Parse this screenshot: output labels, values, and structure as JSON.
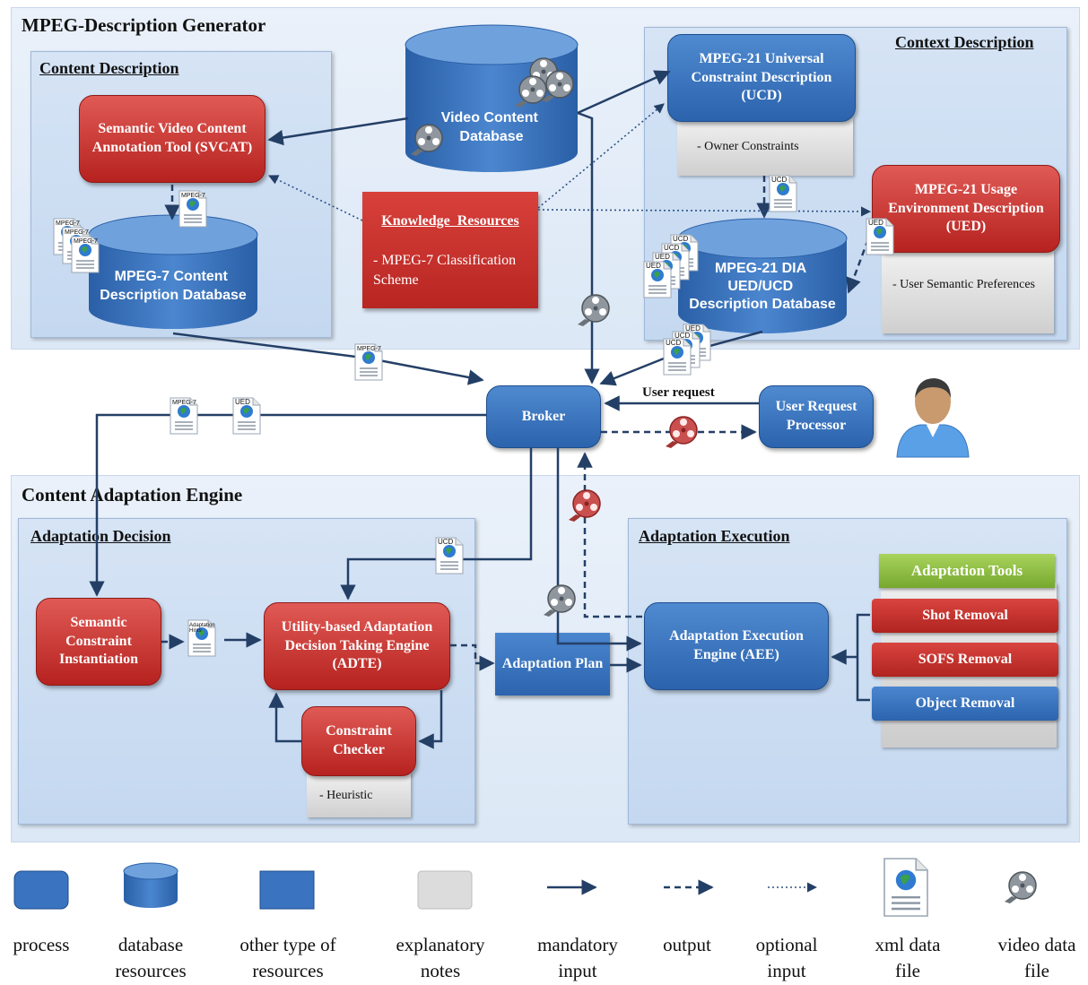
{
  "top_panel": {
    "title": "MPEG-Description Generator"
  },
  "content_description": {
    "title": "Content Description",
    "svcat": "Semantic Video Content Annotation Tool (SVCAT)",
    "mpeg7_db": "MPEG-7 Content Description Database"
  },
  "video_db": "Video Content Database",
  "knowledge": {
    "title": "Knowledge  Resources",
    "body": "- MPEG-7 Classification Scheme"
  },
  "context_description": {
    "title": "Context Description",
    "ucd": "MPEG-21 Universal Constraint Description (UCD)",
    "ucd_note": "- Owner Constraints",
    "ued": "MPEG-21 Usage Environment Description  (UED)",
    "ued_note": "- User Semantic Preferences",
    "dia_db": "MPEG-21 DIA UED/UCD Description Database"
  },
  "file_labels": {
    "mpeg7": "MPEG-7",
    "ued": "UED",
    "ucd": "UCD",
    "adaptation": "Adaptation Hints"
  },
  "broker": "Broker",
  "user_request_label": "User request",
  "user_request_processor": "User Request Processor",
  "bottom_panel": {
    "title": "Content Adaptation Engine"
  },
  "adaptation_decision": {
    "title": "Adaptation Decision",
    "sci": "Semantic Constraint Instantiation",
    "adte": "Utility-based Adaptation Decision Taking Engine (ADTE)",
    "checker": "Constraint Checker",
    "checker_note": "- Heuristic"
  },
  "adaptation_plan": "Adaptation Plan",
  "adaptation_execution": {
    "title": "Adaptation Execution",
    "aee": "Adaptation Execution Engine (AEE)",
    "tools_title": "Adaptation Tools",
    "tools": [
      "Shot Removal",
      "SOFS Removal",
      "Object Removal"
    ]
  },
  "legend": [
    {
      "icon": "process",
      "label": "process"
    },
    {
      "icon": "database",
      "label": "database resources"
    },
    {
      "icon": "other-resource",
      "label": "other type of resources"
    },
    {
      "icon": "note",
      "label": "explanatory notes"
    },
    {
      "icon": "mandatory-arrow",
      "label": "mandatory input"
    },
    {
      "icon": "output-arrow",
      "label": "output"
    },
    {
      "icon": "optional-arrow",
      "label": "optional input"
    },
    {
      "icon": "xml-file",
      "label": "xml data file"
    },
    {
      "icon": "video-file",
      "label": "video data file"
    }
  ],
  "colors": {
    "process_red": "#c0302b",
    "process_blue": "#2f6ab4",
    "connector": "#243f66",
    "tools_green": "#8cbf3f"
  }
}
